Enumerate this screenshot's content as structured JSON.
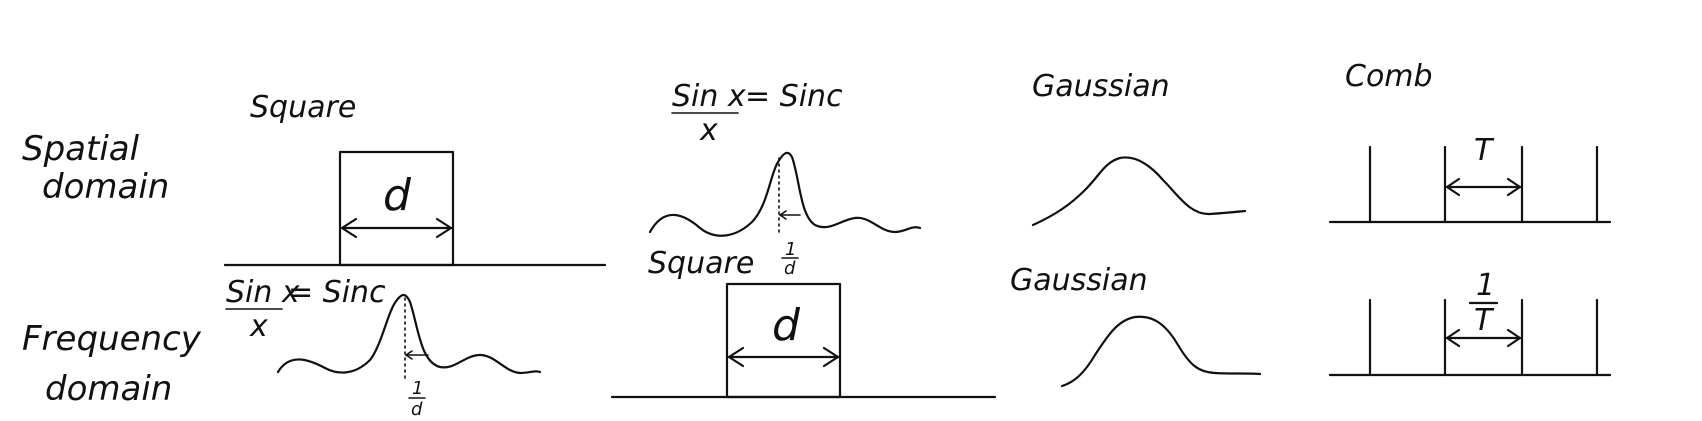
{
  "rows": {
    "spatial": [
      "Spatial",
      "domain"
    ],
    "frequency": [
      "Frequency",
      "domain"
    ]
  },
  "captions": {
    "square_top": "Square",
    "sinc_top_num": "Sin x",
    "sinc_top_eq": "= Sinc",
    "sinc_top_den": "x",
    "gaussian_top": "Gaussian",
    "comb_top": "Comb",
    "sinc_bottom_num": "Sin x",
    "sinc_bottom_eq": "= Sinc",
    "sinc_bottom_den": "x",
    "square_bottom": "Square",
    "gaussian_bottom": "Gaussian"
  },
  "symbols": {
    "d_top": "d",
    "d_bottom": "d",
    "one_over_d_top_num": "1",
    "one_over_d_top_den": "d",
    "one_over_d_bottom_num": "1",
    "one_over_d_bottom_den": "d",
    "comb_top_period": "T",
    "comb_bottom_num": "1",
    "comb_bottom_den": "T"
  }
}
